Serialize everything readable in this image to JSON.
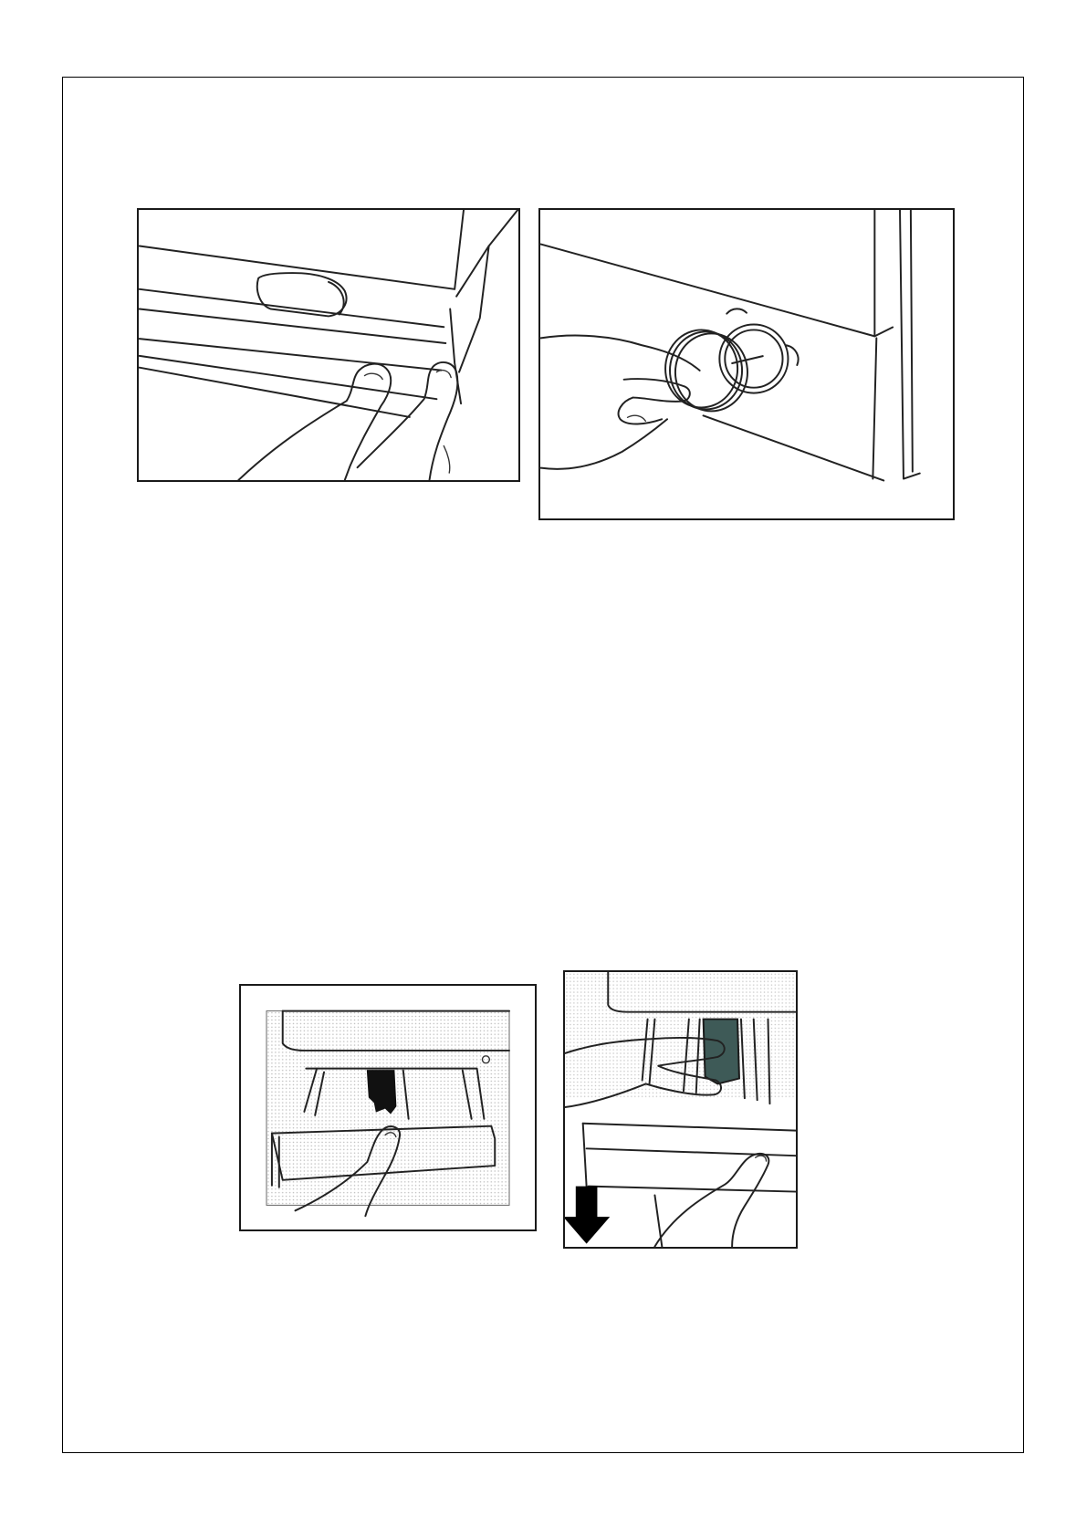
{
  "document": {
    "figures": [
      {
        "id": "fig-tl",
        "icon": "pump-flap-open-illustration"
      },
      {
        "id": "fig-tr",
        "icon": "pump-filter-unscrew-illustration"
      },
      {
        "id": "fig-bl",
        "icon": "detergent-drawer-open-illustration"
      },
      {
        "id": "fig-br",
        "icon": "detergent-drawer-release-illustration"
      }
    ],
    "colors": {
      "line": "#1a1a1a",
      "siphon": "#3e5a57",
      "panel_dots": "#e4e4e4"
    }
  }
}
